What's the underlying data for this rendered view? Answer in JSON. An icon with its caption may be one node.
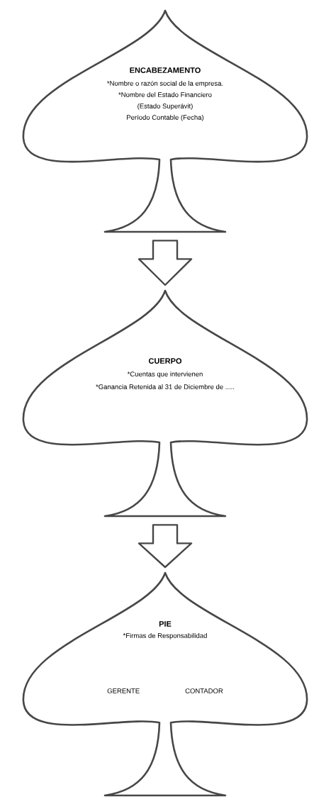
{
  "diagram": {
    "nodes": [
      {
        "text": [
          "ENCABEZAMENTO",
          "*Nombre o razón social de la empresa.",
          "*Nombre del Estado Financiero",
          "(Estado Superávit)",
          "Período Contable (Fecha)"
        ]
      },
      {
        "text": [
          "CUERPO",
          "*Cuentas que intervienen",
          "*Ganancia Retenida al 31 de Diciembre de ....."
        ]
      },
      {
        "text": [
          "PIE",
          "*Firmas de Responsabilidad",
          "GERENTE",
          "CONTADOR"
        ]
      }
    ],
    "edges": [
      {
        "from": 0,
        "to": 1,
        "arrow": "to"
      },
      {
        "from": 1,
        "to": 2,
        "arrow": "to"
      }
    ]
  }
}
